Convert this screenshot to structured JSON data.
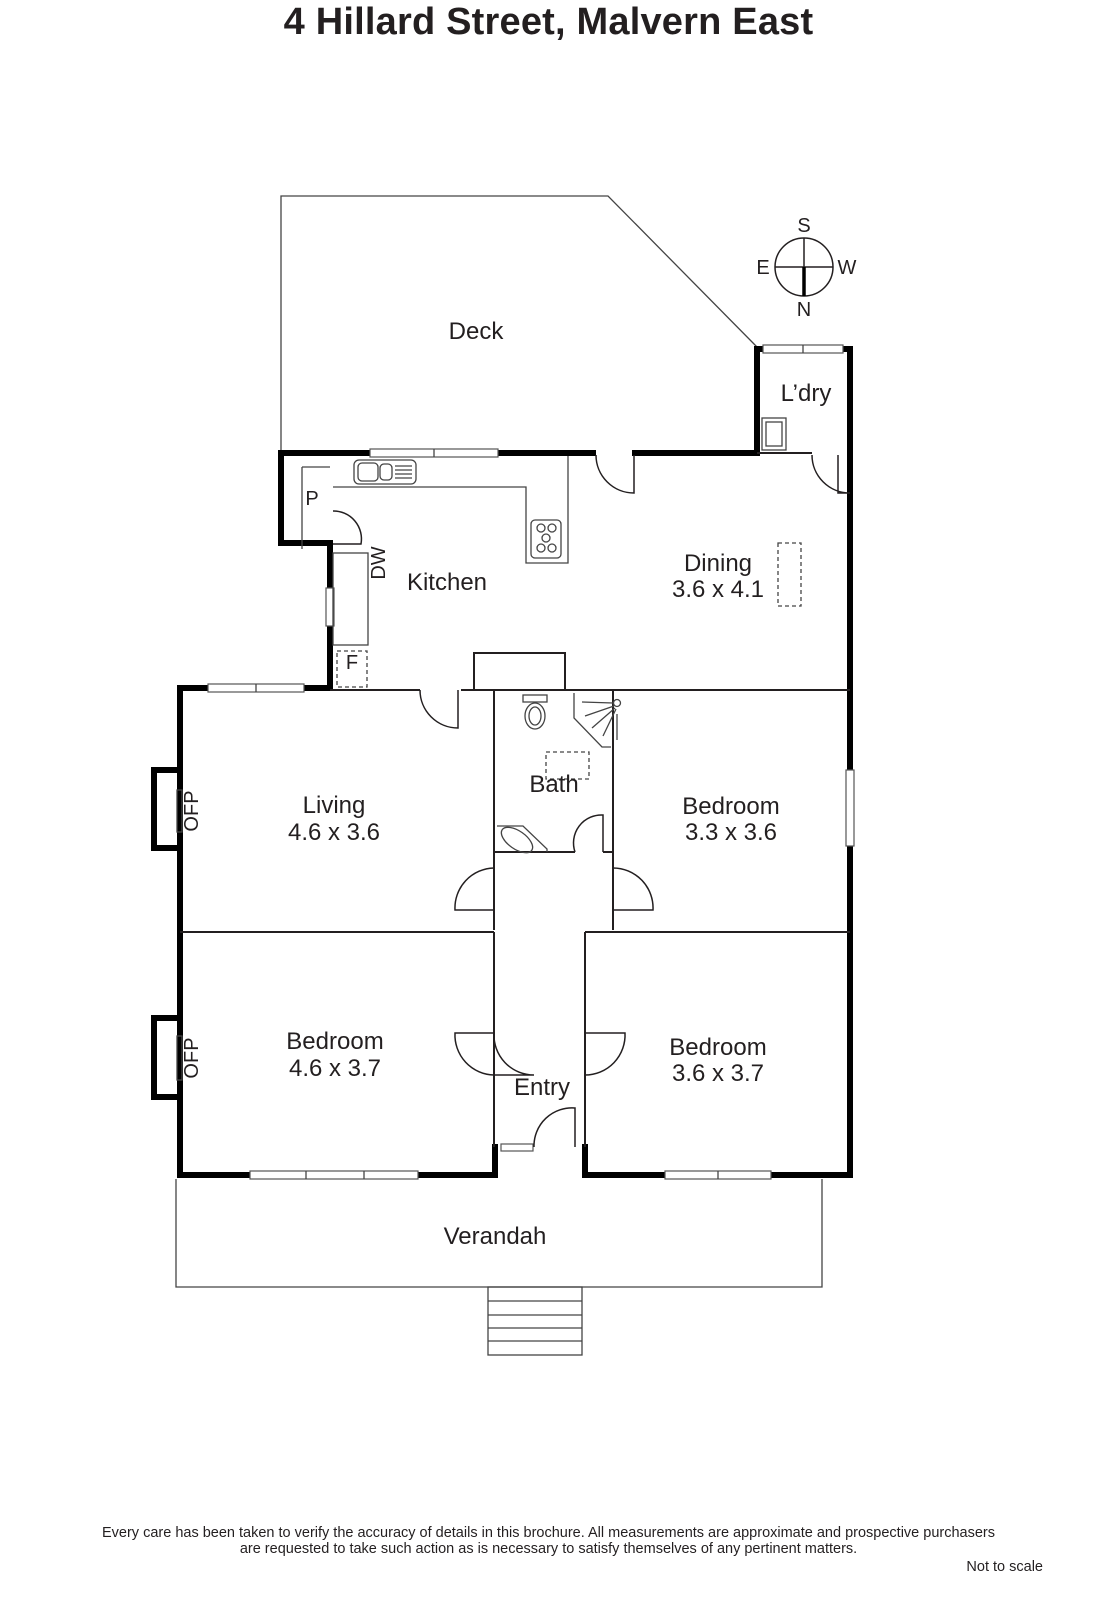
{
  "title": "4 Hillard Street, Malvern East",
  "compass": {
    "north": "N",
    "south": "S",
    "east": "E",
    "west": "W"
  },
  "rooms": {
    "deck": {
      "name": "Deck"
    },
    "laundry": {
      "name": "L’dry"
    },
    "kitchen": {
      "name": "Kitchen"
    },
    "pantry": {
      "name": "P"
    },
    "dishwasher": {
      "name": "DW"
    },
    "fridge": {
      "name": "F"
    },
    "dining": {
      "name": "Dining",
      "dims": "3.6 x 4.1"
    },
    "living": {
      "name": "Living",
      "dims": "4.6 x 3.6"
    },
    "bath": {
      "name": "Bath"
    },
    "bedroom_east": {
      "name": "Bedroom",
      "dims": "3.3 x 3.6"
    },
    "bedroom_front_left": {
      "name": "Bedroom",
      "dims": "4.6 x 3.7"
    },
    "bedroom_front_right": {
      "name": "Bedroom",
      "dims": "3.6 x 3.7"
    },
    "entry": {
      "name": "Entry"
    },
    "verandah": {
      "name": "Verandah"
    },
    "fireplace_living": {
      "name": "OFP"
    },
    "fireplace_bedroom": {
      "name": "OFP"
    }
  },
  "disclaimer": {
    "line1": "Every care has been taken to verify the accuracy of details in this brochure.  All measurements are approximate and prospective purchasers",
    "line2": "are requested to take such action as is necessary to satisfy themselves of any pertinent matters."
  },
  "scale_note": "Not to scale"
}
